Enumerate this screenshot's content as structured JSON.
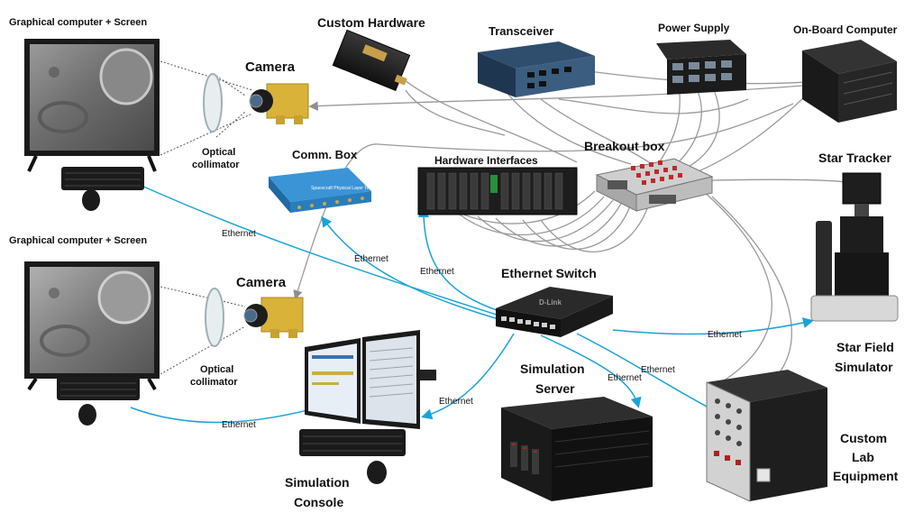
{
  "labels": {
    "gc_top": "Graphical computer + Screen",
    "gc_bottom": "Graphical computer + Screen",
    "camera_top": "Camera",
    "camera_bottom": "Camera",
    "optical_top_1": "Optical",
    "optical_top_2": "collimator",
    "optical_bottom_1": "Optical",
    "optical_bottom_2": "collimator",
    "custom_hardware": "Custom Hardware",
    "transceiver": "Transceiver",
    "power_supply": "Power Supply",
    "on_board_computer": "On-Board Computer",
    "comm_box": "Comm. Box",
    "hardware_interfaces": "Hardware Interfaces",
    "breakout_box": "Breakout box",
    "star_tracker": "Star Tracker",
    "ethernet_switch": "Ethernet Switch",
    "star_field_1": "Star Field",
    "star_field_2": "Simulator",
    "simulation_server_1": "Simulation",
    "simulation_server_2": "Server",
    "custom_lab_1": "Custom",
    "custom_lab_2": "Lab",
    "custom_lab_3": "Equipment",
    "simulation_console_1": "Simulation",
    "simulation_console_2": "Console",
    "switch_brand": "D-Link",
    "comm_box_screen": "Spacecraft Physical Layer Tester"
  },
  "ethernet_labels": {
    "e1": "Ethernet",
    "e2": "Ethernet",
    "e3": "Ethernet",
    "e4": "Ethernet",
    "e5": "Ethernet",
    "e6": "Ethernet",
    "e7": "Ethernet",
    "e8": "Ethernet"
  },
  "colors": {
    "ethernet_line": "#1aa3d8",
    "cable_line": "#9a9a9a",
    "device_dark": "#1e1e1e",
    "comm_box": "#2f86c8",
    "camera_body": "#d9b23a"
  }
}
